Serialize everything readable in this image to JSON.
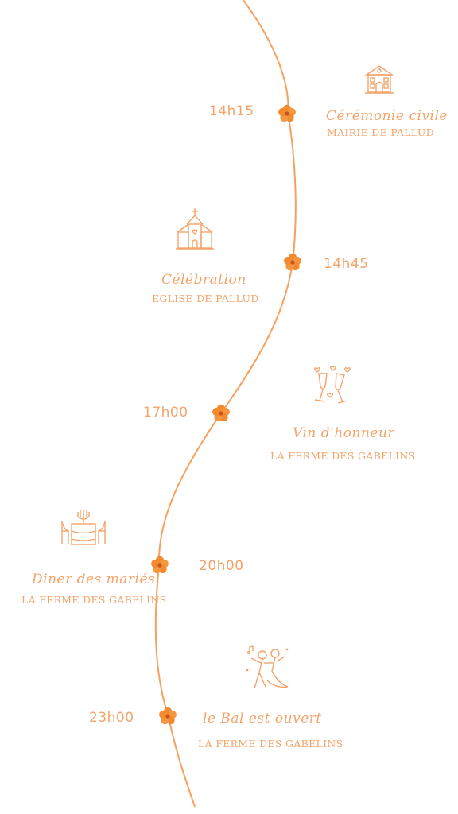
{
  "colors": {
    "accent": "#f4a36a",
    "line": "#f5a15f",
    "flower": "#f38a2e"
  },
  "events": [
    {
      "time": "14h15",
      "title": "Cérémonie civile",
      "place": "MAIRIE DE PALLUD",
      "icon": "town-hall-icon"
    },
    {
      "time": "14h45",
      "title": "Célébration",
      "place": "EGLISE DE PALLUD",
      "icon": "church-icon"
    },
    {
      "time": "17h00",
      "title": "Vin d'honneur",
      "place": "LA FERME DES GABELINS",
      "icon": "champagne-glasses-icon"
    },
    {
      "time": "20h00",
      "title": "Diner des mariés",
      "place": "LA FERME DES GABELINS",
      "icon": "dinner-table-icon"
    },
    {
      "time": "23h00",
      "title": "le Bal est ouvert",
      "place": "LA FERME DES GABELINS",
      "icon": "dancing-couple-icon"
    }
  ]
}
